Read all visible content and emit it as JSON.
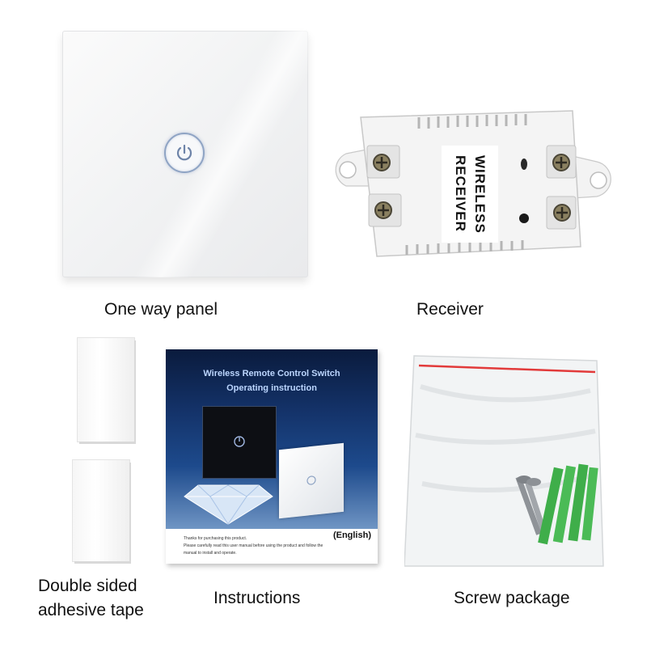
{
  "captions": {
    "panel": "One way panel",
    "receiver": "Receiver",
    "tape_line1": "Double sided",
    "tape_line2": "adhesive tape",
    "instructions": "Instructions",
    "screws": "Screw package"
  },
  "receiver_label": {
    "line1": "WIRELESS",
    "line2": "RECEIVER"
  },
  "manual": {
    "title1": "Wireless Remote Control Switch",
    "title2": "Operating instruction",
    "language": "(English)",
    "note1": "Thanks for purchasing this product.",
    "note2": "Please carefully read this user manual before using the product and follow the",
    "note3": "manual to install and operate."
  },
  "colors": {
    "background": "#ffffff",
    "button_ring": "#8fa4c4",
    "manual_blue": "#14336a",
    "anchor_green": "#3fae4a",
    "bag_seal": "#e23a3a"
  },
  "icons": {
    "panel_button": "power-icon",
    "manual_button": "power-icon"
  }
}
